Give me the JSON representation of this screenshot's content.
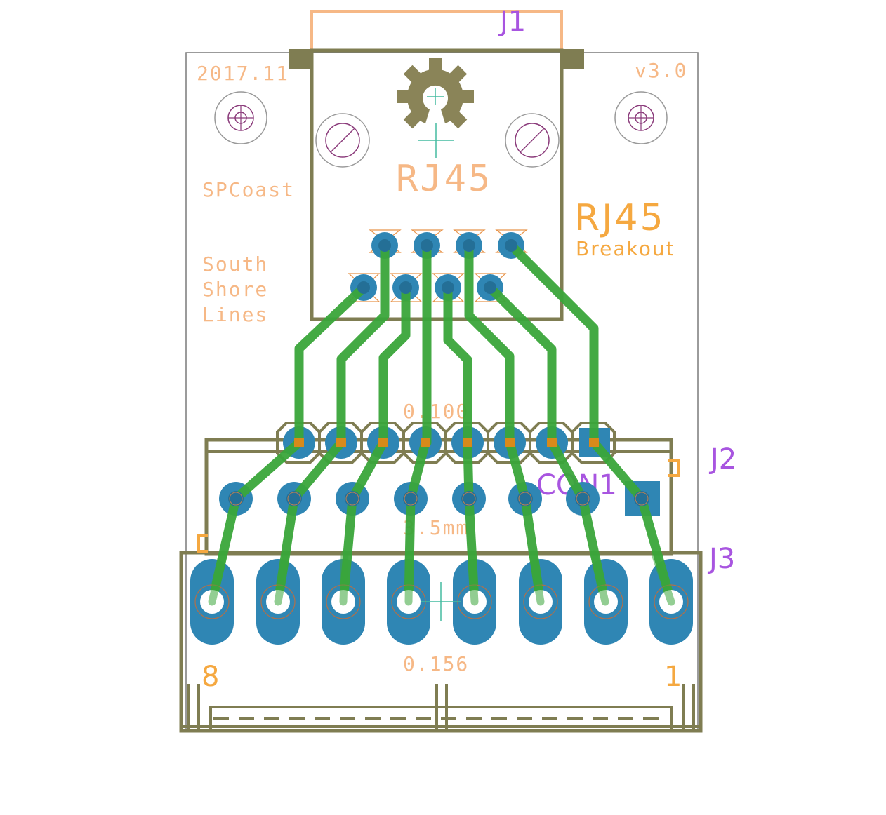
{
  "board": {
    "date": "2017.11",
    "version": "v3.0",
    "maker": "SPCoast",
    "railroad_lines": [
      "South",
      "Shore",
      "Lines"
    ],
    "title": "RJ45",
    "subtitle": "Breakout"
  },
  "parts": {
    "j1": {
      "ref": "J1",
      "value": "RJ45"
    },
    "j2": {
      "ref": "J2",
      "value": "0.100"
    },
    "con1": {
      "ref": "CON1",
      "value": "3.5mm"
    },
    "j3": {
      "ref": "J3",
      "value": "0.156",
      "pin_left": "8",
      "pin_right": "1"
    }
  },
  "colors": {
    "board_outline": "#777777",
    "package_outline": "#7f7d52",
    "copper_pad": "#2f86b4",
    "trace": "#3aa63a",
    "silkscreen": "#f6b886",
    "silkscreen_strong": "#f5a840",
    "reference": "#a855e0"
  }
}
